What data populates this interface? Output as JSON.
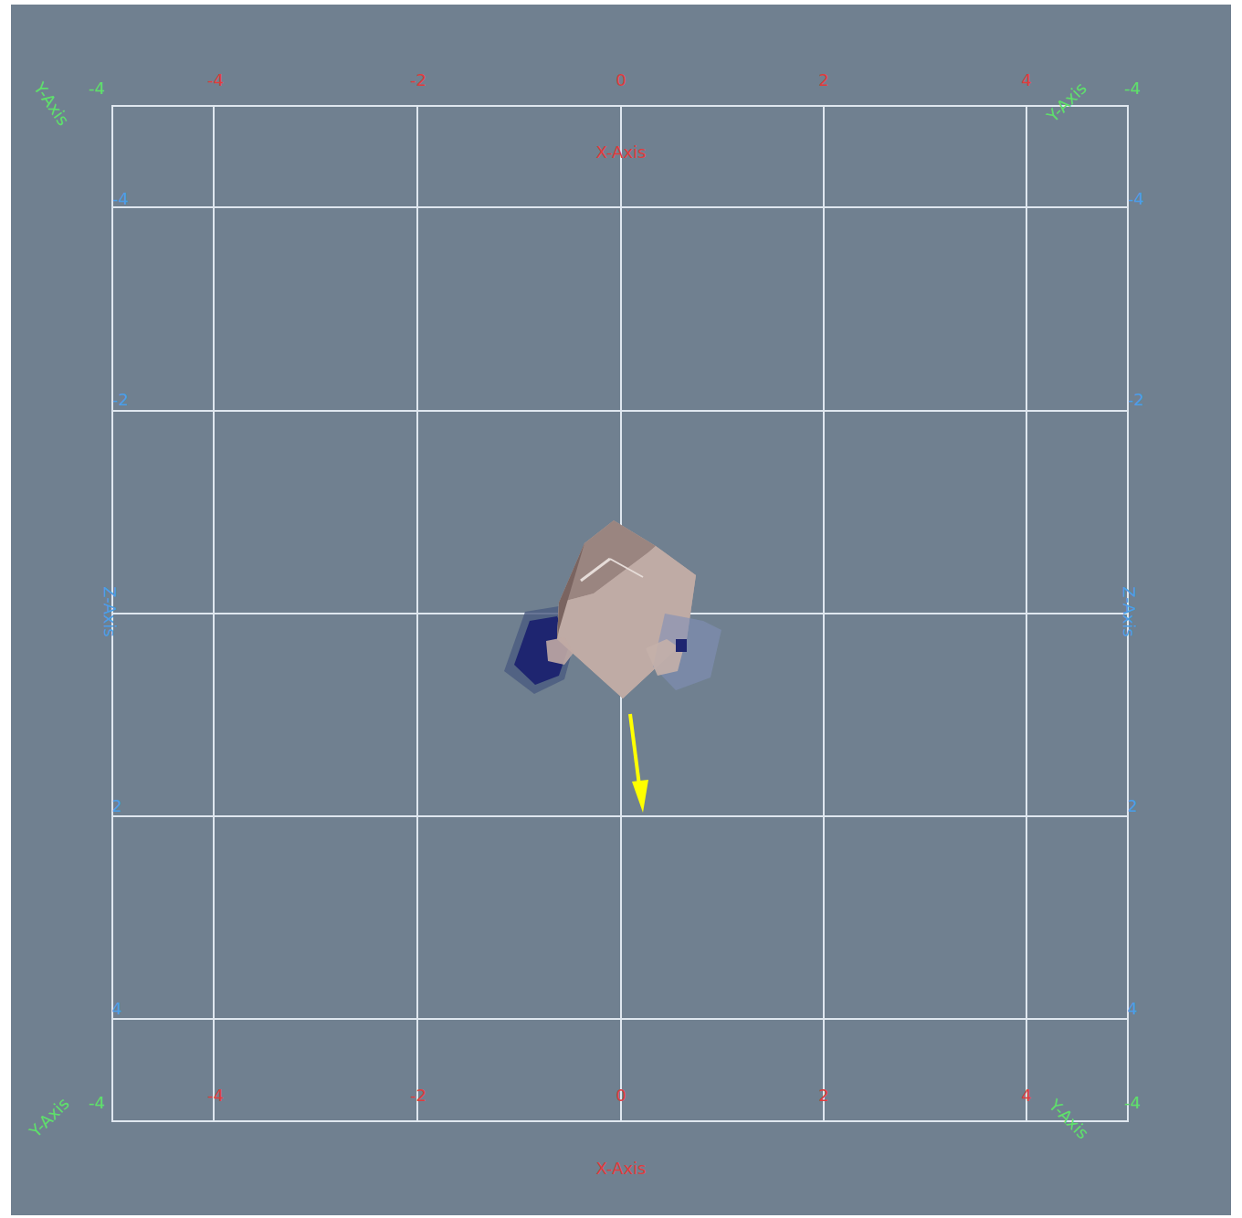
{
  "diagram": {
    "labels": [
      "-4",
      "-2",
      "0",
      "2",
      "4",
      "X-Axis",
      "-4",
      "-2",
      "0",
      "2",
      "4",
      "X-Axis",
      "Y-Axis",
      "Y-Axis",
      "Y-Axis",
      "Y-Axis",
      "-4",
      "-4",
      "-4",
      "-4",
      "-4",
      "-2",
      "2",
      "4",
      "Z-Axis",
      "-4",
      "-2",
      "2",
      "4",
      "Z-Axis"
    ]
  }
}
